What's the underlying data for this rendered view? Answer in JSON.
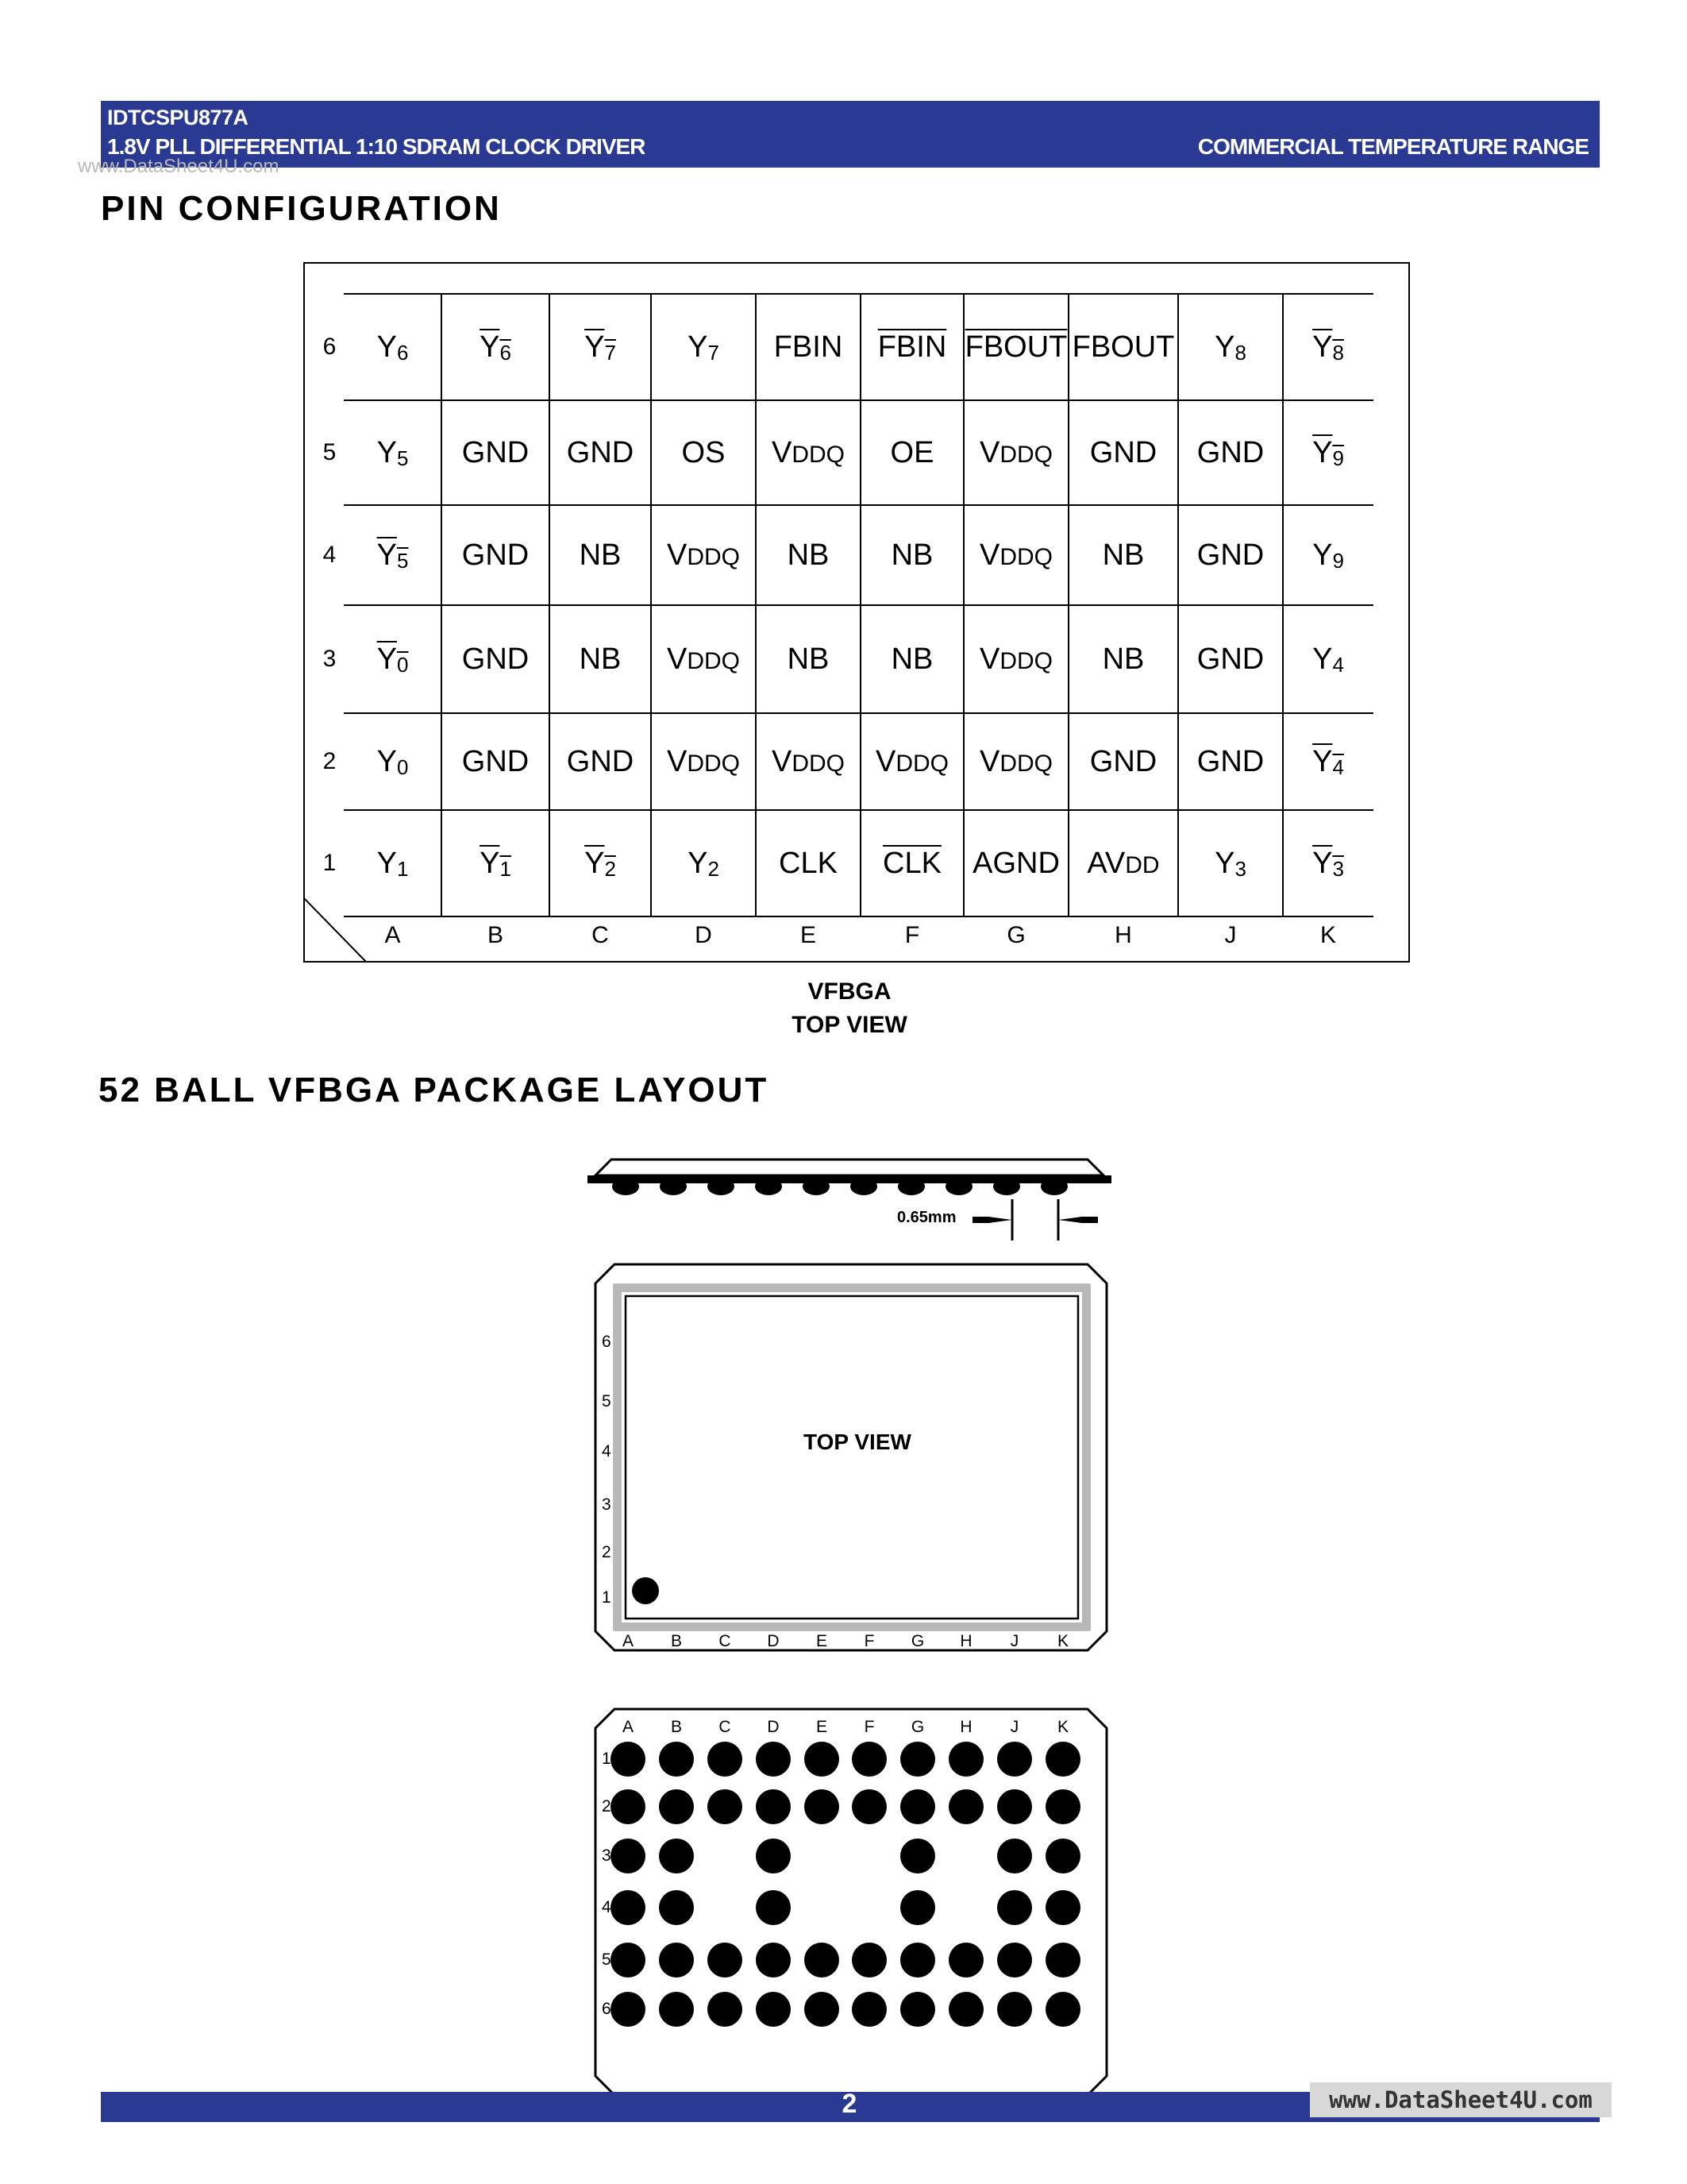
{
  "header": {
    "part": "IDTCSPU877A",
    "description": "1.8V PLL DIFFERENTIAL 1:10 SDRAM CLOCK DRIVER",
    "range": "COMMERCIAL TEMPERATURE RANGE"
  },
  "watermark_top": "www.DataSheet4U.com",
  "section1": {
    "title": "PIN CONFIGURATION"
  },
  "pin_table": {
    "columns": [
      "A",
      "B",
      "C",
      "D",
      "E",
      "F",
      "G",
      "H",
      "J",
      "K"
    ],
    "rows": [
      {
        "label": "6",
        "cells": [
          [
            "Y",
            "6",
            false
          ],
          [
            "Y",
            "6",
            true
          ],
          [
            "Y",
            "7",
            true
          ],
          [
            "Y",
            "7",
            false
          ],
          [
            "FBIN",
            "",
            false
          ],
          [
            "FBIN",
            "",
            true
          ],
          [
            "FBOUT",
            "",
            true
          ],
          [
            "FBOUT",
            "",
            false
          ],
          [
            "Y",
            "8",
            false
          ],
          [
            "Y",
            "8",
            true
          ]
        ]
      },
      {
        "label": "5",
        "cells": [
          [
            "Y",
            "5",
            false
          ],
          [
            "GND",
            "",
            false
          ],
          [
            "GND",
            "",
            false
          ],
          [
            "OS",
            "",
            false
          ],
          [
            "V",
            "DDQ",
            false
          ],
          [
            "OE",
            "",
            false
          ],
          [
            "V",
            "DDQ",
            false
          ],
          [
            "GND",
            "",
            false
          ],
          [
            "GND",
            "",
            false
          ],
          [
            "Y",
            "9",
            true
          ]
        ]
      },
      {
        "label": "4",
        "cells": [
          [
            "Y",
            "5",
            true
          ],
          [
            "GND",
            "",
            false
          ],
          [
            "NB",
            "",
            false
          ],
          [
            "V",
            "DDQ",
            false
          ],
          [
            "NB",
            "",
            false
          ],
          [
            "NB",
            "",
            false
          ],
          [
            "V",
            "DDQ",
            false
          ],
          [
            "NB",
            "",
            false
          ],
          [
            "GND",
            "",
            false
          ],
          [
            "Y",
            "9",
            false
          ]
        ]
      },
      {
        "label": "3",
        "cells": [
          [
            "Y",
            "0",
            true
          ],
          [
            "GND",
            "",
            false
          ],
          [
            "NB",
            "",
            false
          ],
          [
            "V",
            "DDQ",
            false
          ],
          [
            "NB",
            "",
            false
          ],
          [
            "NB",
            "",
            false
          ],
          [
            "V",
            "DDQ",
            false
          ],
          [
            "NB",
            "",
            false
          ],
          [
            "GND",
            "",
            false
          ],
          [
            "Y",
            "4",
            false
          ]
        ]
      },
      {
        "label": "2",
        "cells": [
          [
            "Y",
            "0",
            false
          ],
          [
            "GND",
            "",
            false
          ],
          [
            "GND",
            "",
            false
          ],
          [
            "V",
            "DDQ",
            false
          ],
          [
            "V",
            "DDQ",
            false
          ],
          [
            "V",
            "DDQ",
            false
          ],
          [
            "V",
            "DDQ",
            false
          ],
          [
            "GND",
            "",
            false
          ],
          [
            "GND",
            "",
            false
          ],
          [
            "Y",
            "4",
            true
          ]
        ]
      },
      {
        "label": "1",
        "cells": [
          [
            "Y",
            "1",
            false
          ],
          [
            "Y",
            "1",
            true
          ],
          [
            "Y",
            "2",
            true
          ],
          [
            "Y",
            "2",
            false
          ],
          [
            "CLK",
            "",
            false
          ],
          [
            "CLK",
            "",
            true
          ],
          [
            "AGND",
            "",
            false
          ],
          [
            "AV",
            "DD",
            false
          ],
          [
            "Y",
            "3",
            false
          ],
          [
            "Y",
            "3",
            true
          ]
        ]
      }
    ],
    "caption_line1": "VFBGA",
    "caption_line2": "TOP VIEW"
  },
  "section2": {
    "title": "52 BALL VFBGA PACKAGE LAYOUT"
  },
  "package": {
    "pitch_label": "0.65mm",
    "top_view_label": "TOP VIEW",
    "col_labels": [
      "A",
      "B",
      "C",
      "D",
      "E",
      "F",
      "G",
      "H",
      "J",
      "K"
    ],
    "row_labels": [
      "6",
      "5",
      "4",
      "3",
      "2",
      "1"
    ],
    "bottom_row_labels": [
      "1",
      "2",
      "3",
      "4",
      "5",
      "6"
    ],
    "ball_map": [
      [
        1,
        1,
        1,
        1,
        1,
        1,
        1,
        1,
        1,
        1
      ],
      [
        1,
        1,
        1,
        1,
        1,
        1,
        1,
        1,
        1,
        1
      ],
      [
        1,
        1,
        0,
        1,
        0,
        0,
        1,
        0,
        1,
        1
      ],
      [
        1,
        1,
        0,
        1,
        0,
        0,
        1,
        0,
        1,
        1
      ],
      [
        1,
        1,
        1,
        1,
        1,
        1,
        1,
        1,
        1,
        1
      ],
      [
        1,
        1,
        1,
        1,
        1,
        1,
        1,
        1,
        1,
        1
      ]
    ]
  },
  "footer": {
    "page": "2",
    "watermark": "www.DataSheet4U.com"
  }
}
